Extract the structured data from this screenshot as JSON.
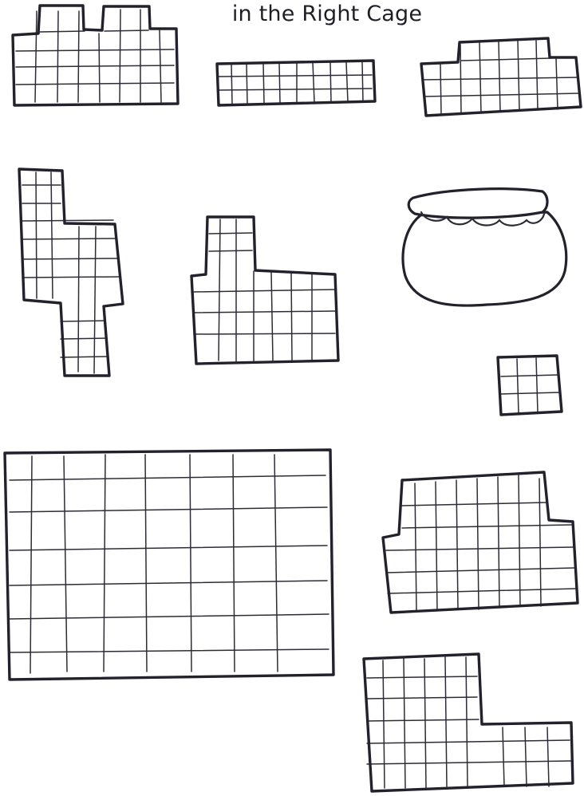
{
  "worksheet": {
    "title_partial": "",
    "title_line2": "in the Right Cage"
  },
  "pieces": [
    {
      "id": "cage-top-left",
      "grid_cols": 7,
      "grid_rows": 4
    },
    {
      "id": "cage-top-middle-strip",
      "grid_cols": 10,
      "grid_rows": 3
    },
    {
      "id": "cage-top-right",
      "grid_cols": 8,
      "grid_rows": 4
    },
    {
      "id": "cage-tall-left",
      "grid_cols": 5,
      "grid_rows": 11
    },
    {
      "id": "cage-middle",
      "grid_cols": 6,
      "grid_rows": 6
    },
    {
      "id": "honey-pot",
      "kind": "pot"
    },
    {
      "id": "cage-small-square",
      "grid_cols": 3,
      "grid_rows": 3
    },
    {
      "id": "cage-large",
      "grid_cols": 8,
      "grid_rows": 7
    },
    {
      "id": "cage-right-middle",
      "grid_cols": 8,
      "grid_rows": 6
    },
    {
      "id": "cage-bottom-right",
      "grid_cols": 8,
      "grid_rows": 7
    }
  ],
  "colors": {
    "ink": "#23222c",
    "paper": "#ffffff"
  }
}
